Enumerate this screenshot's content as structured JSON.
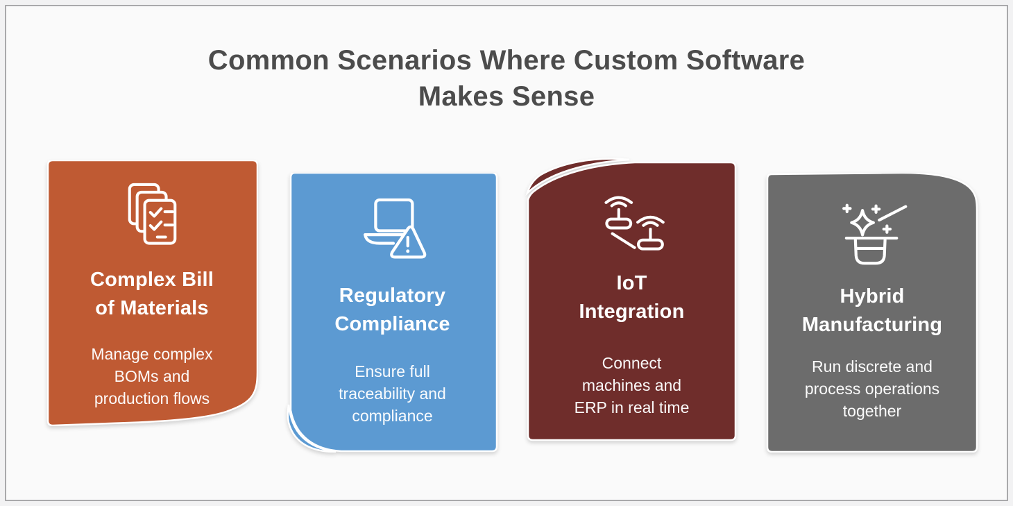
{
  "title": "Common Scenarios Where Custom Software\nMakes Sense",
  "title_color": "#4c4c4c",
  "cards": [
    {
      "id": "complex-bill-of-materials",
      "color": "#bf5a33",
      "icon": "documents-checklist-icon",
      "title": "Complex Bill\nof Materials",
      "description": "Manage complex\nBOMs and\nproduction flows"
    },
    {
      "id": "regulatory-compliance",
      "color": "#5c9ad2",
      "icon": "laptop-warning-icon",
      "title": "Regulatory\nCompliance",
      "description": "Ensure full\ntraceability and\ncompliance"
    },
    {
      "id": "iot-integration",
      "color": "#6f2d2b",
      "icon": "iot-devices-icon",
      "title": "IoT\nIntegration",
      "description": "Connect\nmachines and\nERP in real time"
    },
    {
      "id": "hybrid-manufacturing",
      "color": "#6c6c6c",
      "icon": "magic-hat-icon",
      "title": "Hybrid\nManufacturing",
      "description": "Run discrete and\nprocess operations\ntogether"
    }
  ]
}
